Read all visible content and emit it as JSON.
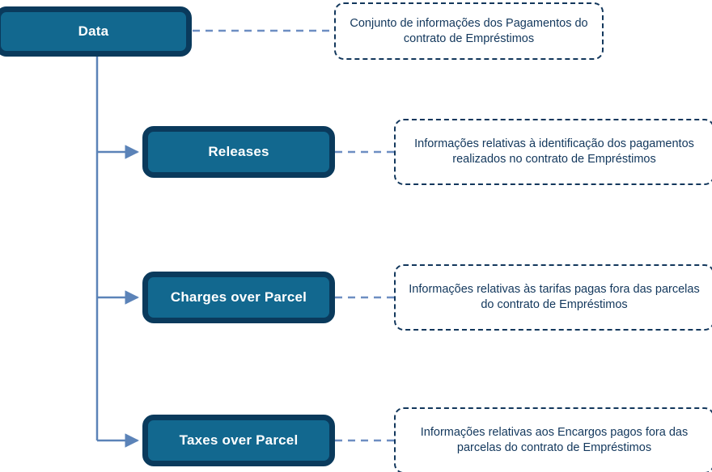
{
  "diagram": {
    "type": "tree-with-annotations",
    "background_color": "#ffffff",
    "node_fill_color": "#12688f",
    "node_border_color": "#0a3a5c",
    "node_text_color": "#ffffff",
    "note_border_color": "#12375c",
    "note_text_color": "#12375c",
    "connector_color": "#5b83b8",
    "root": {
      "label": "Data",
      "note": "Conjunto de informações dos Pagamentos do contrato de Empréstimos"
    },
    "children": [
      {
        "label": "Releases",
        "note": "Informações relativas à identificação dos pagamentos realizados no contrato de Empréstimos"
      },
      {
        "label": "Charges over Parcel",
        "note": "Informações relativas às tarifas pagas fora das parcelas do contrato de Empréstimos"
      },
      {
        "label": "Taxes over Parcel",
        "note": "Informações relativas aos Encargos pagos fora das parcelas do contrato de Empréstimos"
      }
    ]
  }
}
